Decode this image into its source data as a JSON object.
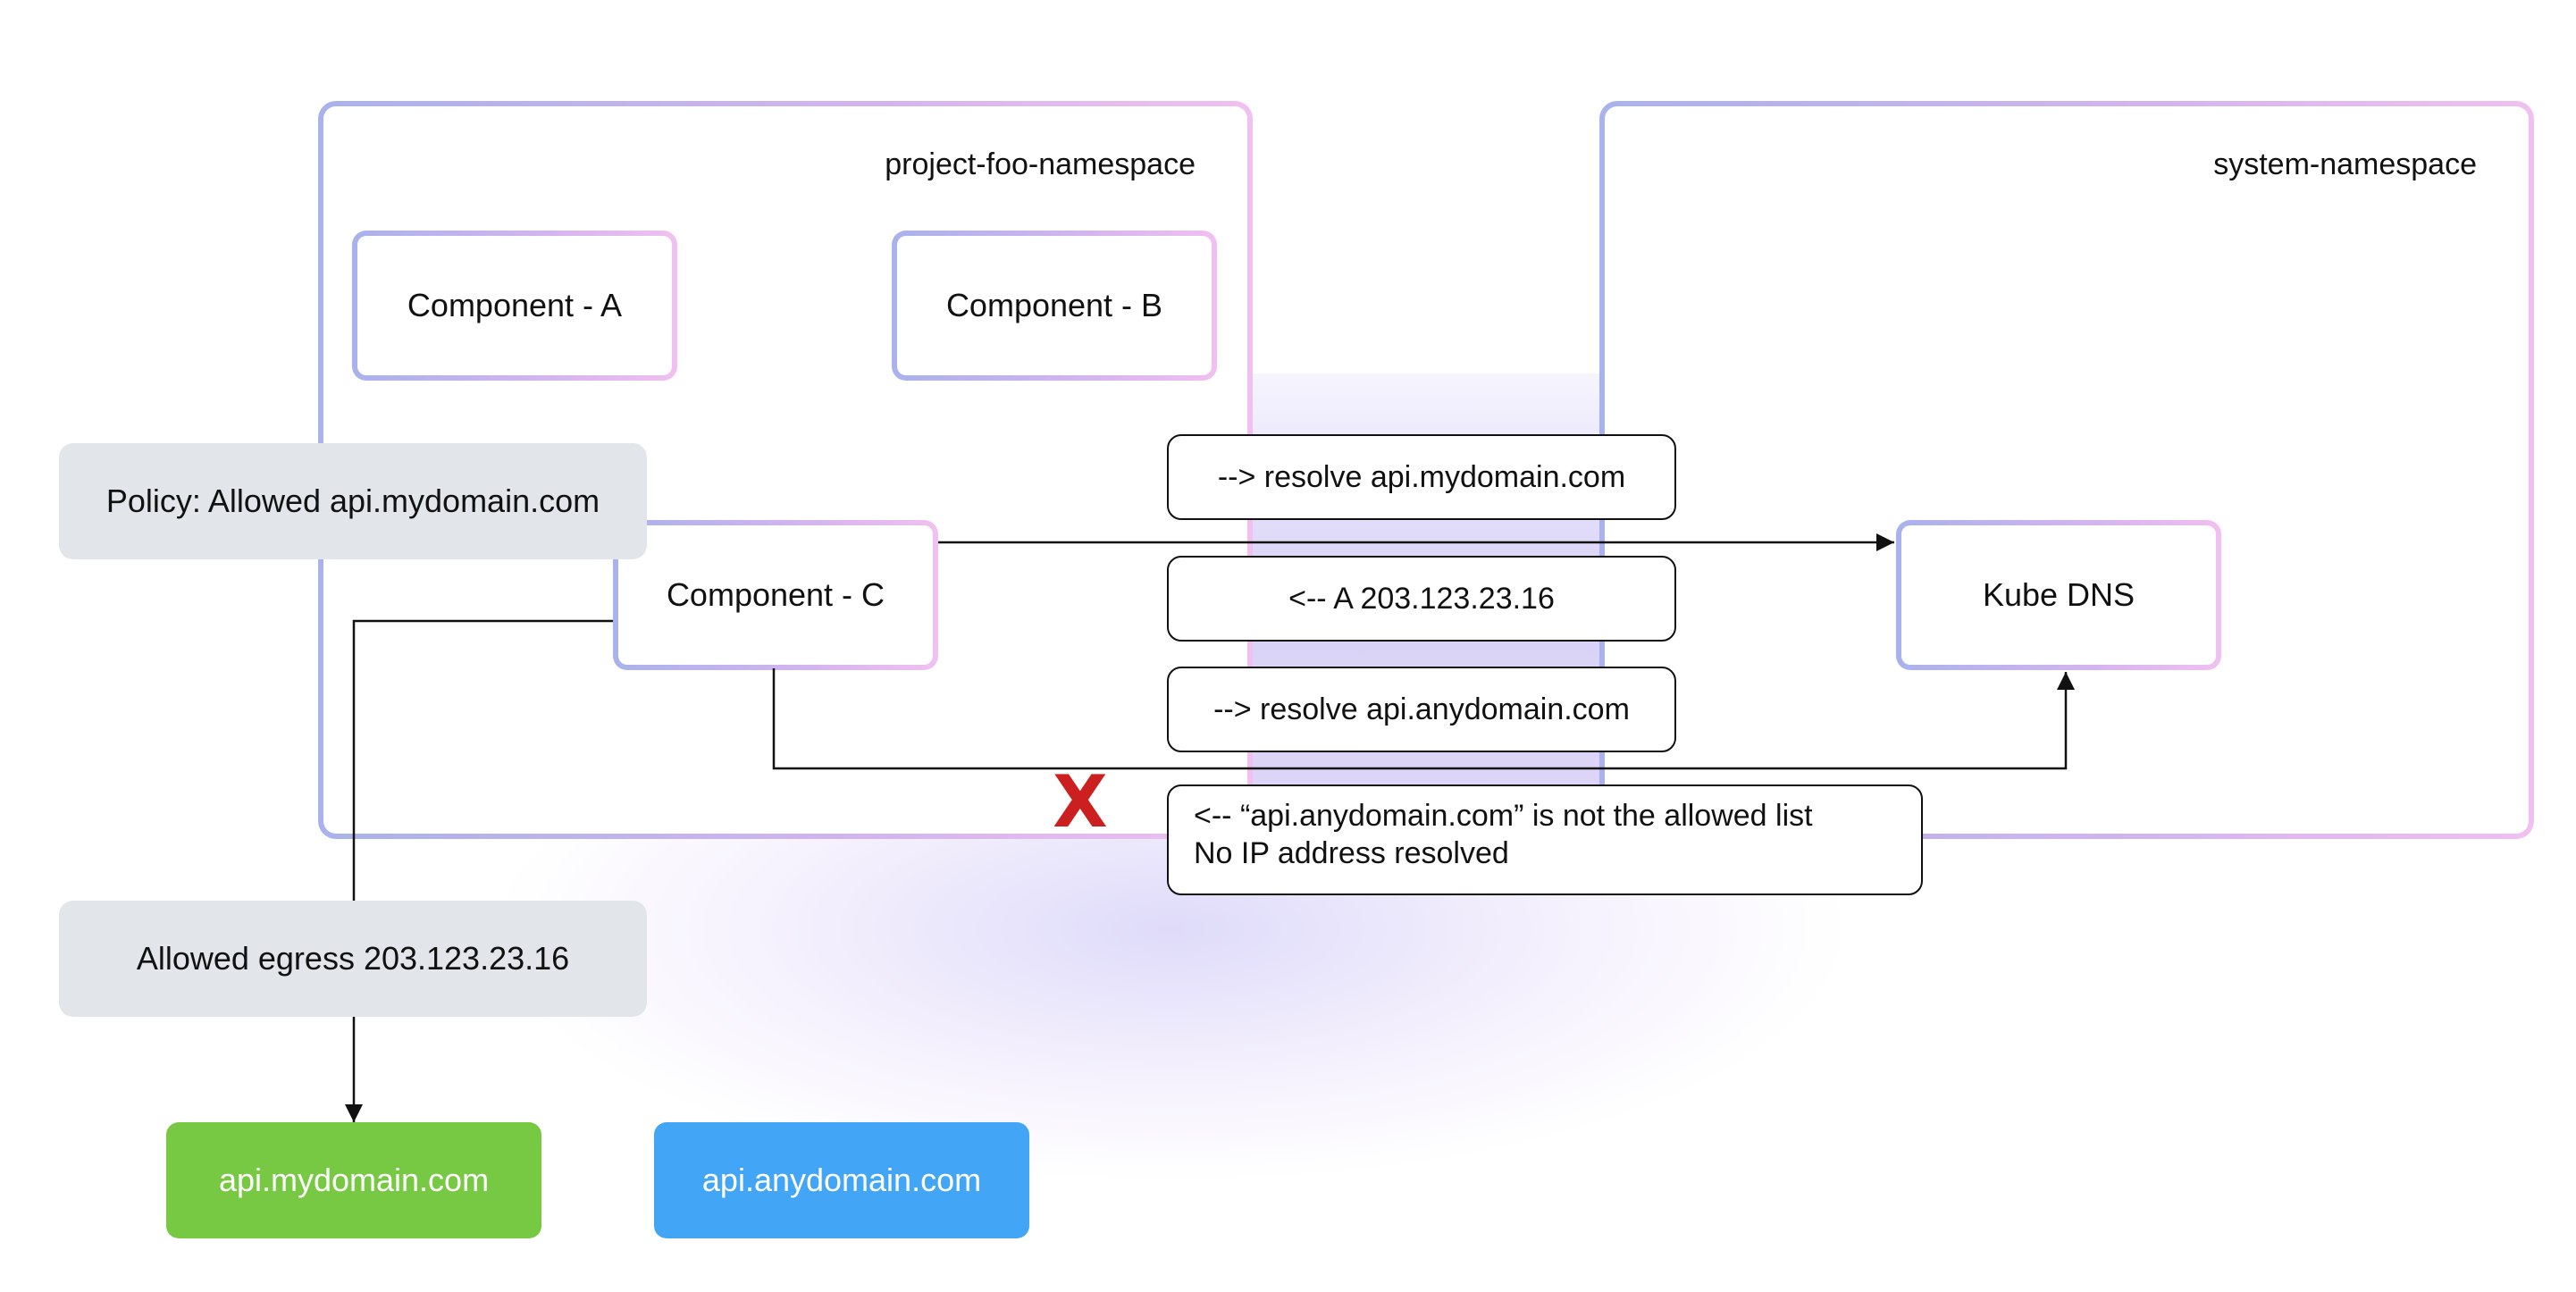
{
  "namespaces": {
    "project": {
      "label": "project-foo-namespace"
    },
    "system": {
      "label": "system-namespace"
    }
  },
  "components": {
    "a": "Component - A",
    "b": "Component - B",
    "c": "Component - C",
    "dns": "Kube DNS"
  },
  "messages": {
    "resolve_mydomain": "--> resolve api.mydomain.com",
    "answer_a_record": "<-- A 203.123.23.16",
    "resolve_anydomain": "--> resolve api.anydomain.com",
    "rejected_line1": "<-- “api.anydomain.com” is not the allowed list",
    "rejected_line2": "No IP address resolved"
  },
  "policy": {
    "label": "Policy: Allowed api.mydomain.com",
    "egress_label": "Allowed egress 203.123.23.16"
  },
  "destinations": {
    "allowed": {
      "label": "api.mydomain.com",
      "color": "#77c943"
    },
    "denied": {
      "label": "api.anydomain.com",
      "color": "#42a5f5"
    }
  },
  "blocked_marker": {
    "symbol": "X",
    "color": "#cc1f1f"
  },
  "colors": {
    "frame_gradient_start": "#a9b2ec",
    "frame_gradient_end": "#f0c0f0",
    "policy_box_fill": "#e2e6ea",
    "connector_line": "#111111"
  }
}
